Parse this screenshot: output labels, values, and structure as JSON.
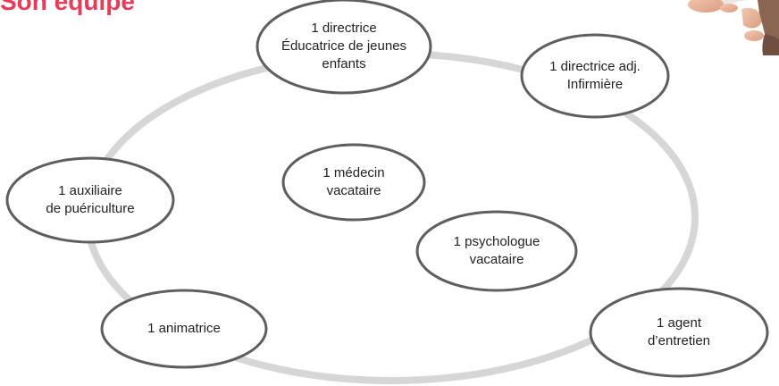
{
  "title": "Son équipe",
  "colors": {
    "title": "#e63c5a",
    "ring": "#d6d6d6",
    "node_stroke": "#5e5e5e",
    "node_fill": "#ffffff",
    "text": "#222222"
  },
  "nodes": [
    {
      "id": "directrice",
      "lines": [
        "1 directrice",
        "Éducatrice de jeunes",
        "enfants"
      ]
    },
    {
      "id": "directrice-adj",
      "lines": [
        "1 directrice adj.",
        "Infirmière"
      ]
    },
    {
      "id": "auxiliaire",
      "lines": [
        "1 auxiliaire",
        "de puériculture"
      ]
    },
    {
      "id": "medecin",
      "lines": [
        "1 médecin",
        "vacataire"
      ]
    },
    {
      "id": "psychologue",
      "lines": [
        "1 psychologue",
        "vacataire"
      ]
    },
    {
      "id": "animatrice",
      "lines": [
        "1 animatrice"
      ]
    },
    {
      "id": "agent",
      "lines": [
        "1 agent",
        "d’entretien"
      ]
    }
  ]
}
